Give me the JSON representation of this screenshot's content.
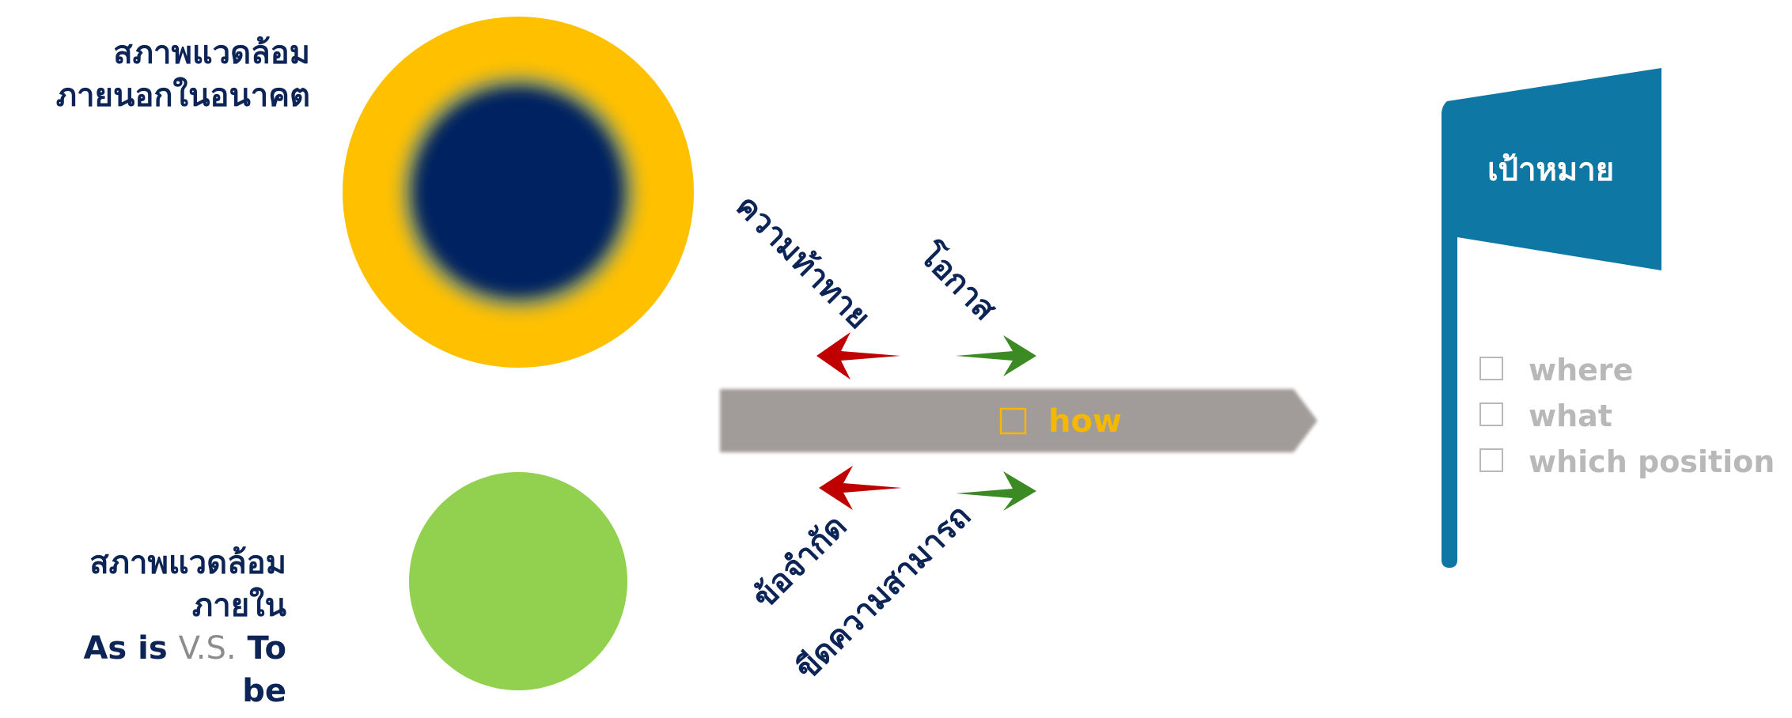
{
  "external": {
    "line1": "สภาพแวดล้อม",
    "line2": "ภายนอกในอนาคต"
  },
  "internal": {
    "line1": "สภาพแวดล้อม",
    "line2": "ภายใน",
    "line3_a": "As is ",
    "line3_b": "V.S.",
    "line3_c": " To",
    "line4": "be"
  },
  "arrows": {
    "challenge": "ความท้าทาย",
    "opportunity": "โอกาส",
    "limitation": "ข้อจำกัด",
    "capability": "ขีดความสามารถ"
  },
  "shaft": {
    "label": "how"
  },
  "goal": {
    "title": "เป้าหมาย",
    "items": [
      "where",
      "what",
      "which position"
    ]
  },
  "colors": {
    "outer_ring": "#ffc000",
    "inner_circle": "#002060",
    "internal_circle": "#92d050",
    "shaft": "#a19c9a",
    "red_arrow": "#c00000",
    "green_arrow": "#3b8a24",
    "flag": "#0e77a3",
    "how_text": "#f5b800"
  }
}
